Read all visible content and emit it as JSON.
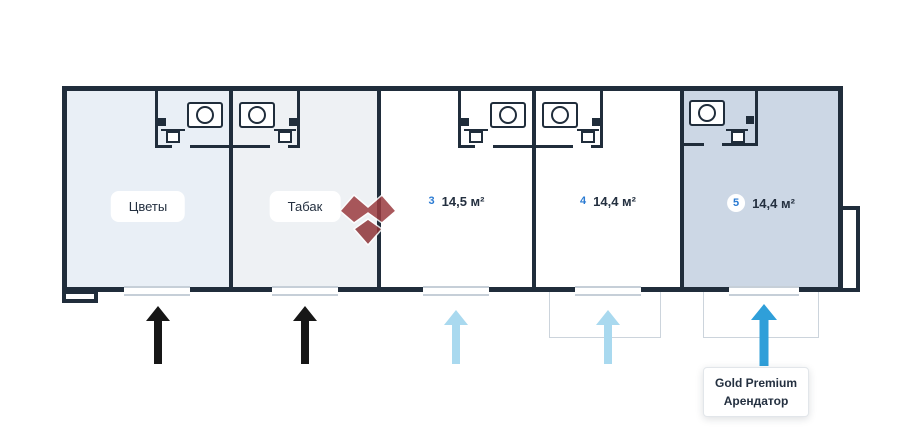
{
  "units": [
    {
      "name": "Цветы",
      "number": "",
      "area": ""
    },
    {
      "name": "Табак",
      "number": "",
      "area": ""
    },
    {
      "name": "",
      "number": "3",
      "area": "14,5 м²"
    },
    {
      "name": "",
      "number": "4",
      "area": "14,4 м²"
    },
    {
      "name": "",
      "number": "5",
      "area": "14,4 м²"
    }
  ],
  "tenant_badge": {
    "line1": "Gold Premium",
    "line2": "Арендатор"
  },
  "icons": {
    "toilet": "toilet-icon",
    "sink": "sink-icon",
    "entrance_arrow": "entrance-arrow",
    "watermark": "watermark-logo"
  },
  "colors": {
    "wall": "#202d3b",
    "unit_flowers_fill": "#e9eff6",
    "unit_tobacco_fill": "#eef1f4",
    "unit_highlight_fill": "#ccd7e5",
    "unit_number_accent": "#2a7ad2",
    "arrow_black": "#171717",
    "arrow_light_blue": "#a9d9ef",
    "arrow_blue": "#2f9fd9",
    "watermark_red": "#9b3c40"
  }
}
